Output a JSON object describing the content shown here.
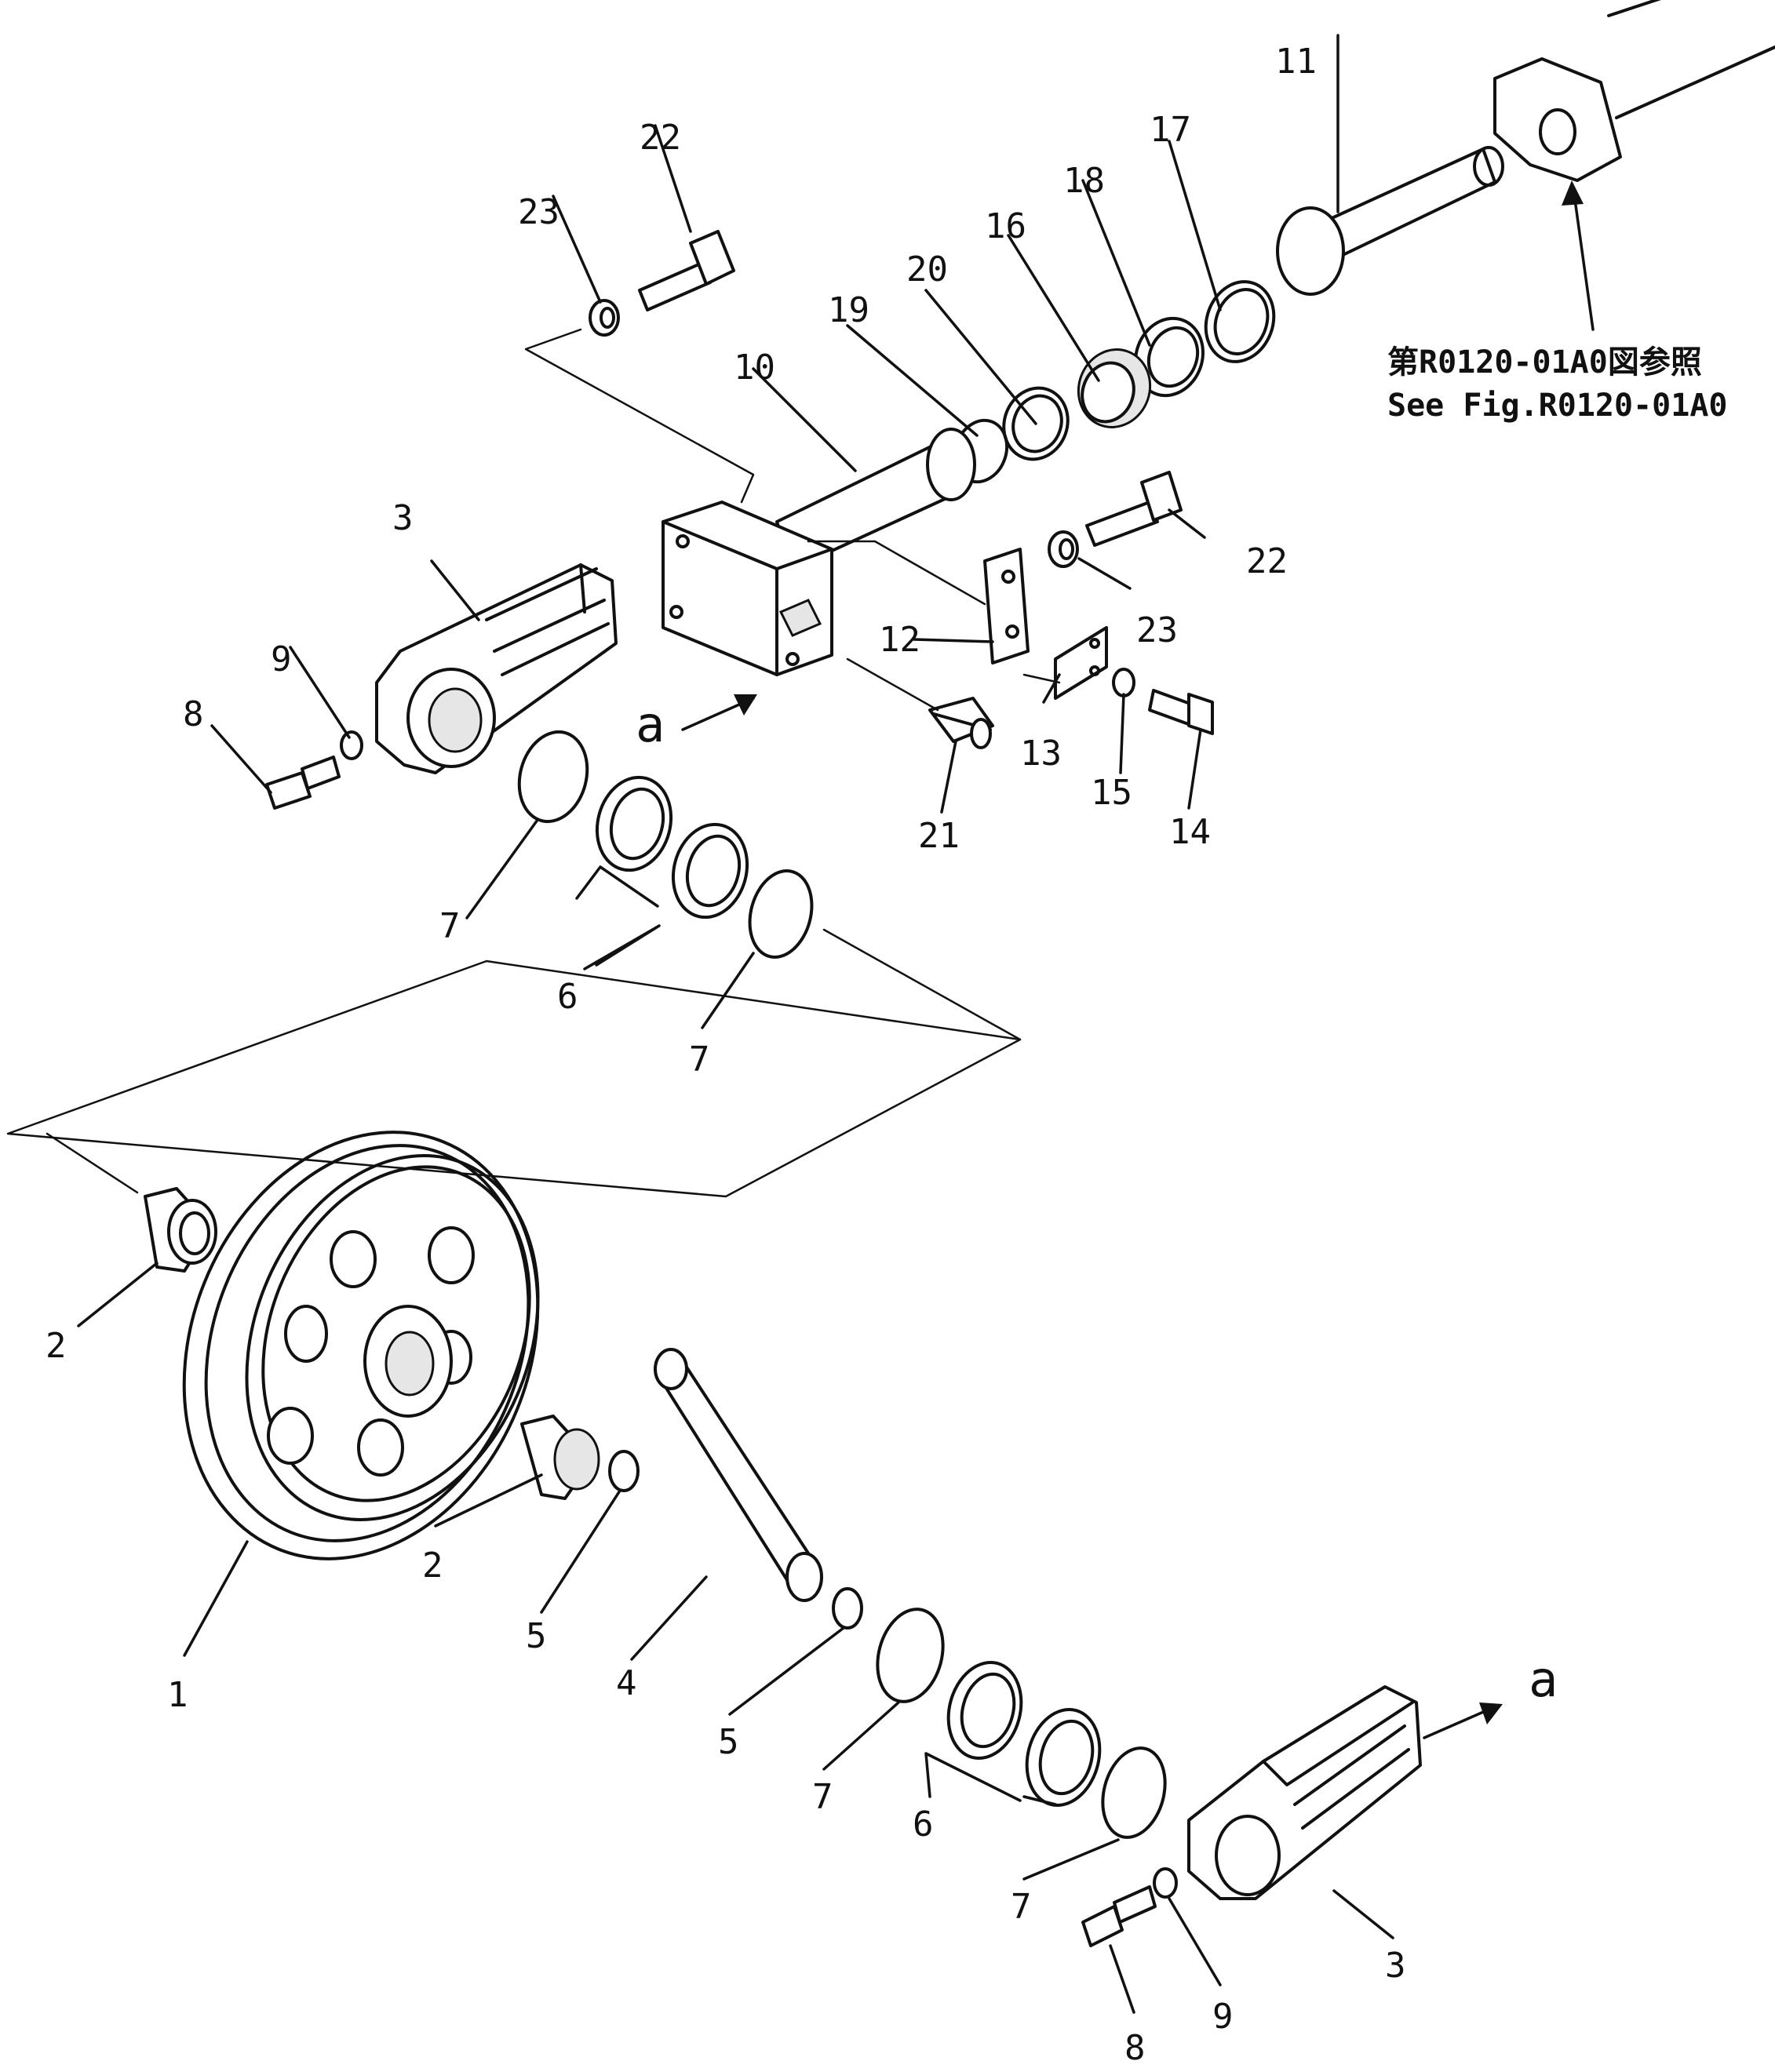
{
  "diagram": {
    "labels": {
      "l1": "1",
      "l2a": "2",
      "l2b": "2",
      "l3a": "3",
      "l3b": "3",
      "l4": "4",
      "l5a": "5",
      "l5b": "5",
      "l6a": "6",
      "l6b": "6",
      "l7a": "7",
      "l7b": "7",
      "l7c": "7",
      "l7d": "7",
      "l8a": "8",
      "l8b": "8",
      "l9a": "9",
      "l9b": "9",
      "l10": "10",
      "l11": "11",
      "l12": "12",
      "l13": "13",
      "l14": "14",
      "l15": "15",
      "l16": "16",
      "l17": "17",
      "l18": "18",
      "l19": "19",
      "l20": "20",
      "l21": "21",
      "l22a": "22",
      "l22b": "22",
      "l23a": "23",
      "l23b": "23"
    },
    "view_marker_a1": "a",
    "view_marker_a2": "a",
    "reference_jp": "第R0120-01A0図参照",
    "reference_en": "See Fig.R0120-01A0"
  }
}
